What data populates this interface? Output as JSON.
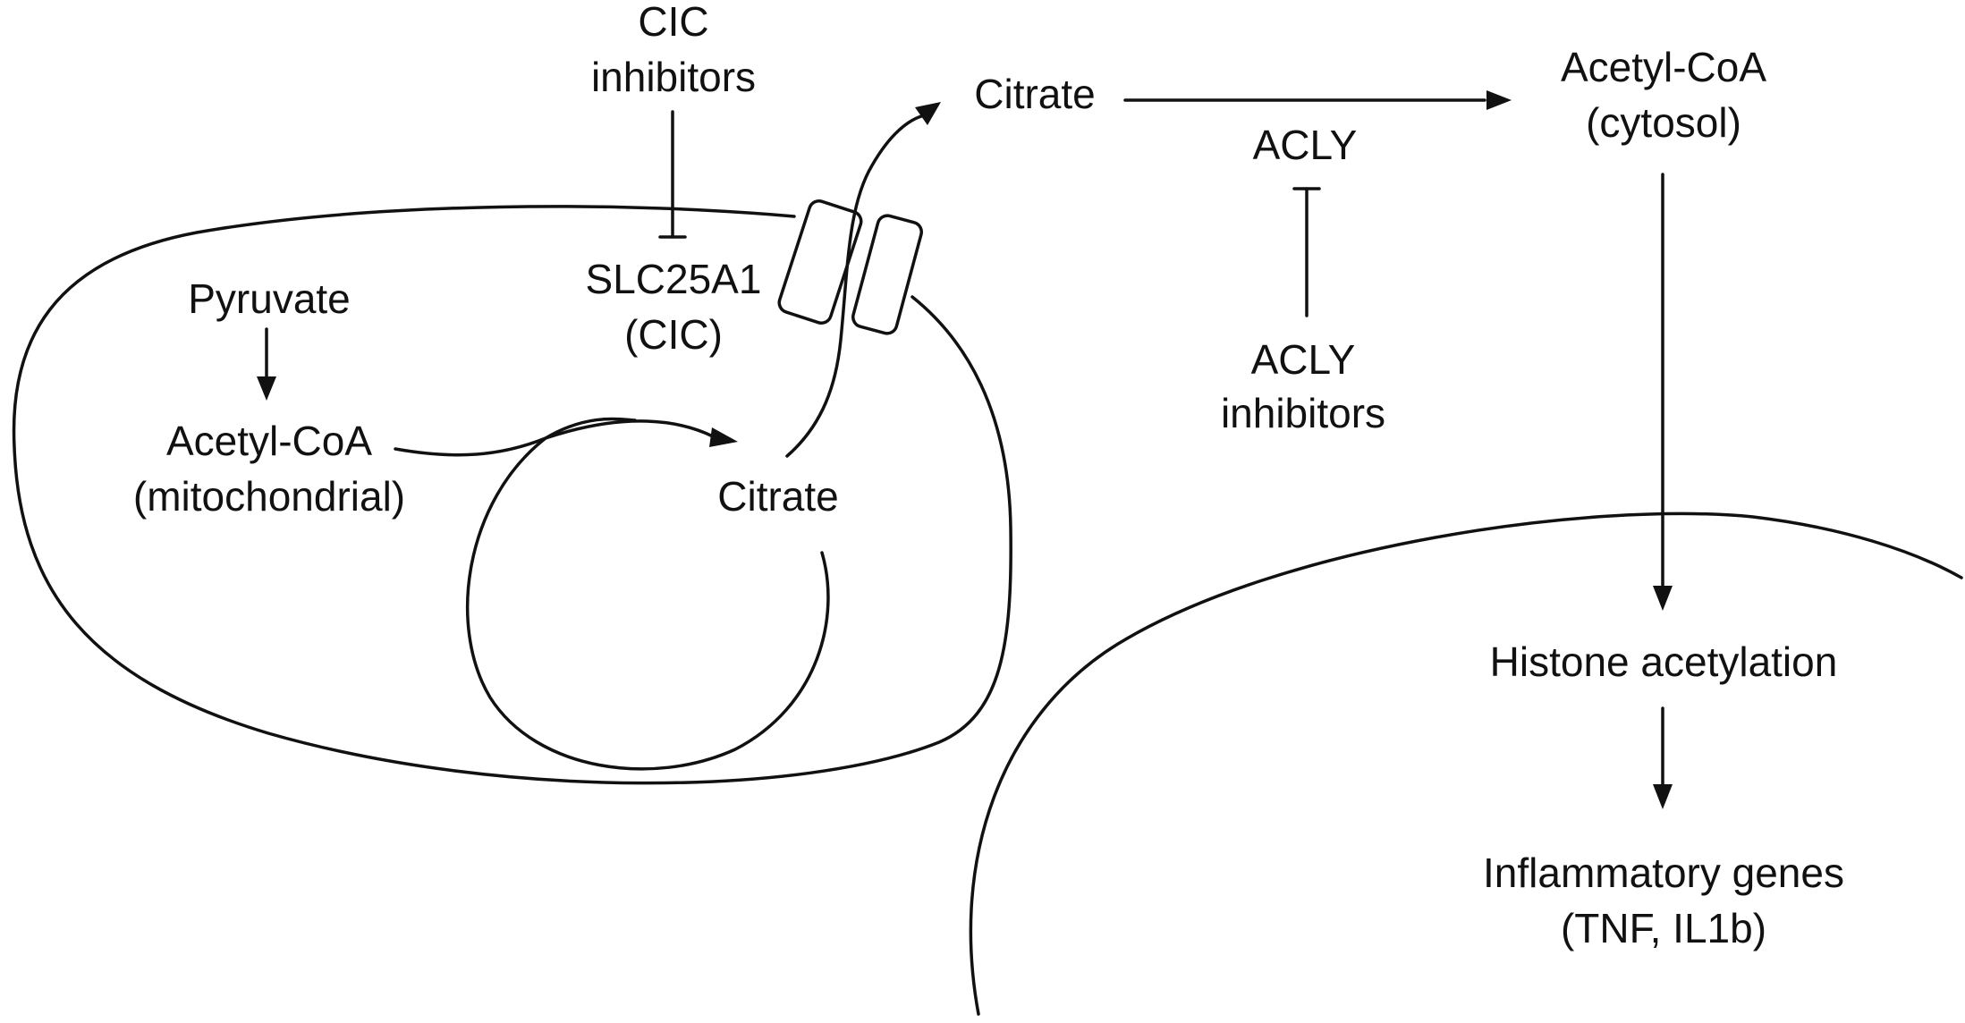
{
  "labels": {
    "cic_inhibitors_1": "CIC",
    "cic_inhibitors_2": "inhibitors",
    "citrate_cytosol": "Citrate",
    "acly": "ACLY",
    "acetyl_coa_cytosol_1": "Acetyl-CoA",
    "acetyl_coa_cytosol_2": "(cytosol)",
    "pyruvate": "Pyruvate",
    "slc25a1_1": "SLC25A1",
    "slc25a1_2": "(CIC)",
    "acly_inhibitors_1": "ACLY",
    "acly_inhibitors_2": "inhibitors",
    "acetyl_coa_mito_1": "Acetyl-CoA",
    "acetyl_coa_mito_2": "(mitochondrial)",
    "citrate_mito": "Citrate",
    "histone_acetylation": "Histone acetylation",
    "inflammatory_genes_1": "Inflammatory genes",
    "inflammatory_genes_2": "(TNF, IL1b)"
  },
  "colors": {
    "ink": "#111111",
    "background": "#ffffff"
  }
}
